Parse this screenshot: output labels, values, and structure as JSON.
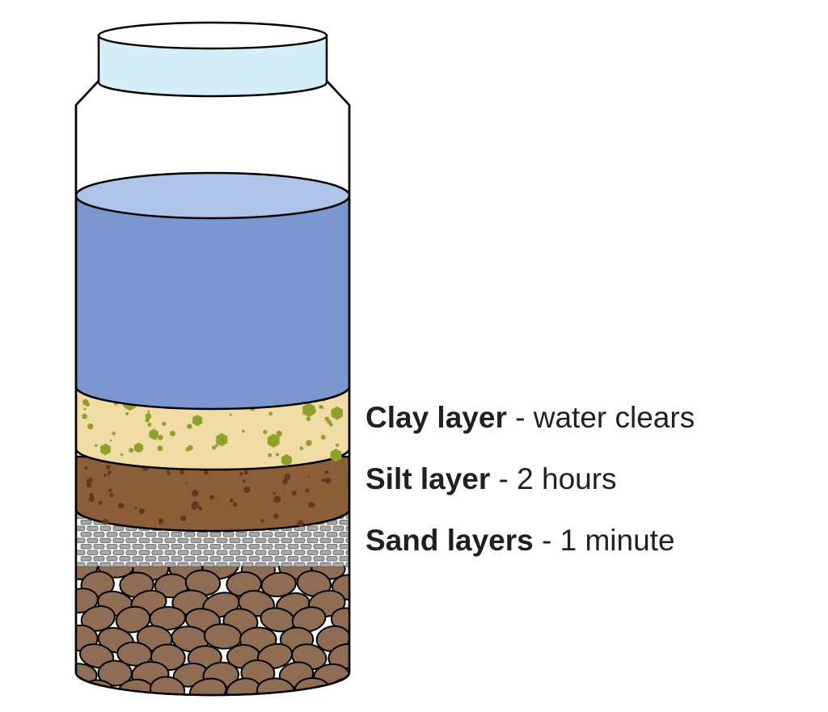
{
  "labels": [
    {
      "name": "Clay layer",
      "rest": " - water clears"
    },
    {
      "name": "Silt layer",
      "rest": " -  2 hours"
    },
    {
      "name": "Sand layers",
      "rest": " - 1 minute"
    }
  ],
  "colors": {
    "lid": "#d6eef7",
    "water": "#7b96ce",
    "water_top": "#aec3e8",
    "clay": "#f1dca6",
    "clay_specks": "#8fa12b",
    "silt": "#8b5e37",
    "silt_specks": "#5e3a1f",
    "fine_sand": "#a7a7a7",
    "pebbles": "#8f6d55",
    "outline": "#000000"
  }
}
